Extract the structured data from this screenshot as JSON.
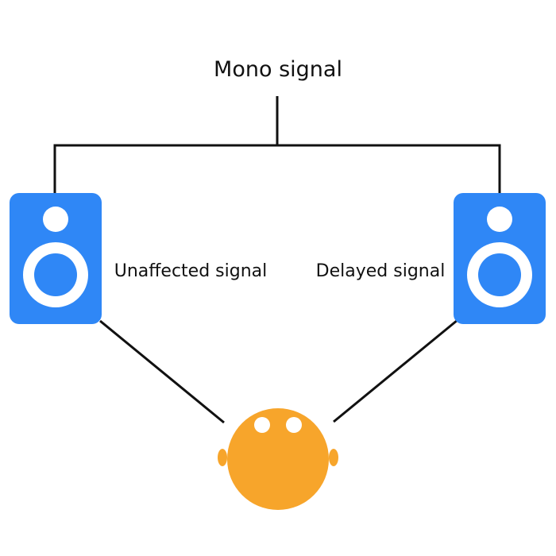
{
  "labels": {
    "mono": "Mono signal",
    "left": "Unaffected signal",
    "right": "Delayed signal"
  },
  "icons": {
    "left_speaker": "speaker-icon",
    "right_speaker": "speaker-icon",
    "listener": "listener-head-icon"
  },
  "colors": {
    "speaker": "#2F87F6",
    "speaker_cone": "#FFFFFF",
    "head": "#F7A52B",
    "eyes": "#FFFFFF",
    "wire": "#111111",
    "text": "#111111"
  }
}
